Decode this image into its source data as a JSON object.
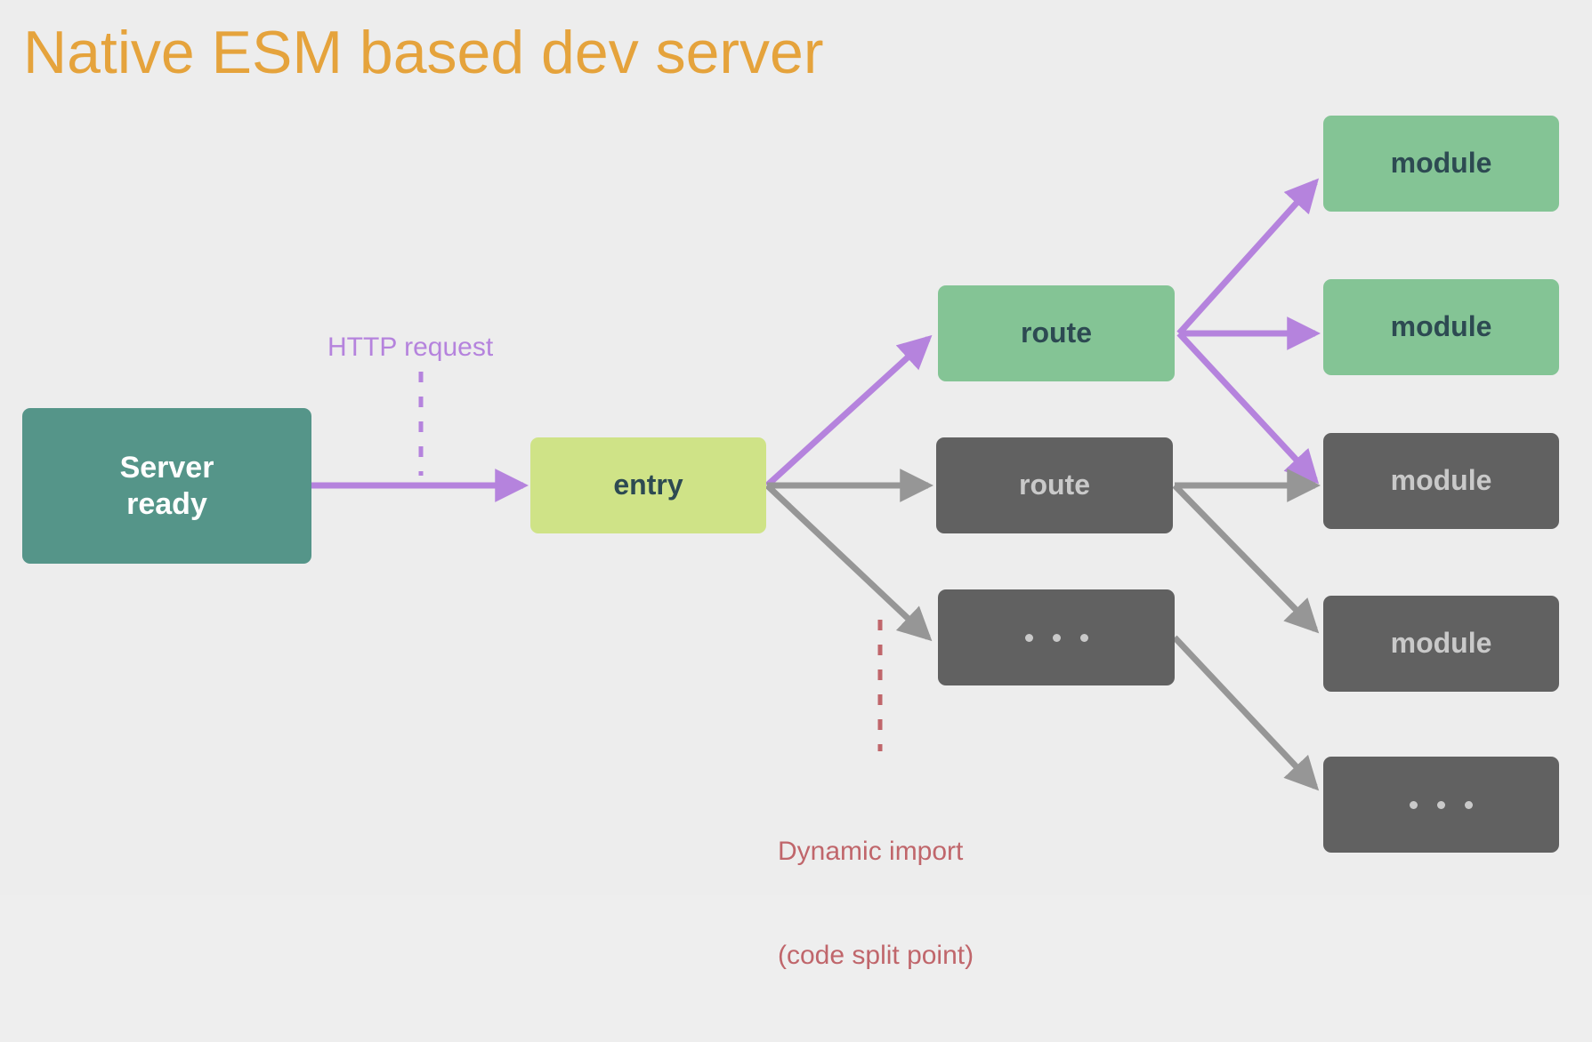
{
  "title": "Native ESM based dev server",
  "colors": {
    "background": "#ededed",
    "title": "#e5a33c",
    "server_box": "#559589",
    "entry_box": "#cfe387",
    "active_box": "#84c495",
    "inactive_box": "#616161",
    "http_arrow": "#b583dd",
    "inactive_arrow": "#969696",
    "dynamic_import": "#c0666b",
    "dark_text": "#2d4a52",
    "light_text": "#c9c9c9"
  },
  "labels": {
    "http_request": "HTTP request",
    "dynamic_import_line1": "Dynamic import",
    "dynamic_import_line2": "(code split point)"
  },
  "nodes": {
    "server": {
      "label_line1": "Server",
      "label_line2": "ready",
      "state": "active"
    },
    "entry": {
      "label": "entry",
      "state": "active"
    },
    "route_active": {
      "label": "route",
      "state": "active"
    },
    "route_inactive": {
      "label": "route",
      "state": "inactive"
    },
    "ellipsis_mid": {
      "label": "...",
      "state": "inactive"
    },
    "module_1": {
      "label": "module",
      "state": "active"
    },
    "module_2": {
      "label": "module",
      "state": "active"
    },
    "module_3": {
      "label": "module",
      "state": "inactive"
    },
    "module_4": {
      "label": "module",
      "state": "inactive"
    },
    "ellipsis_bottom": {
      "label": "...",
      "state": "inactive"
    }
  }
}
